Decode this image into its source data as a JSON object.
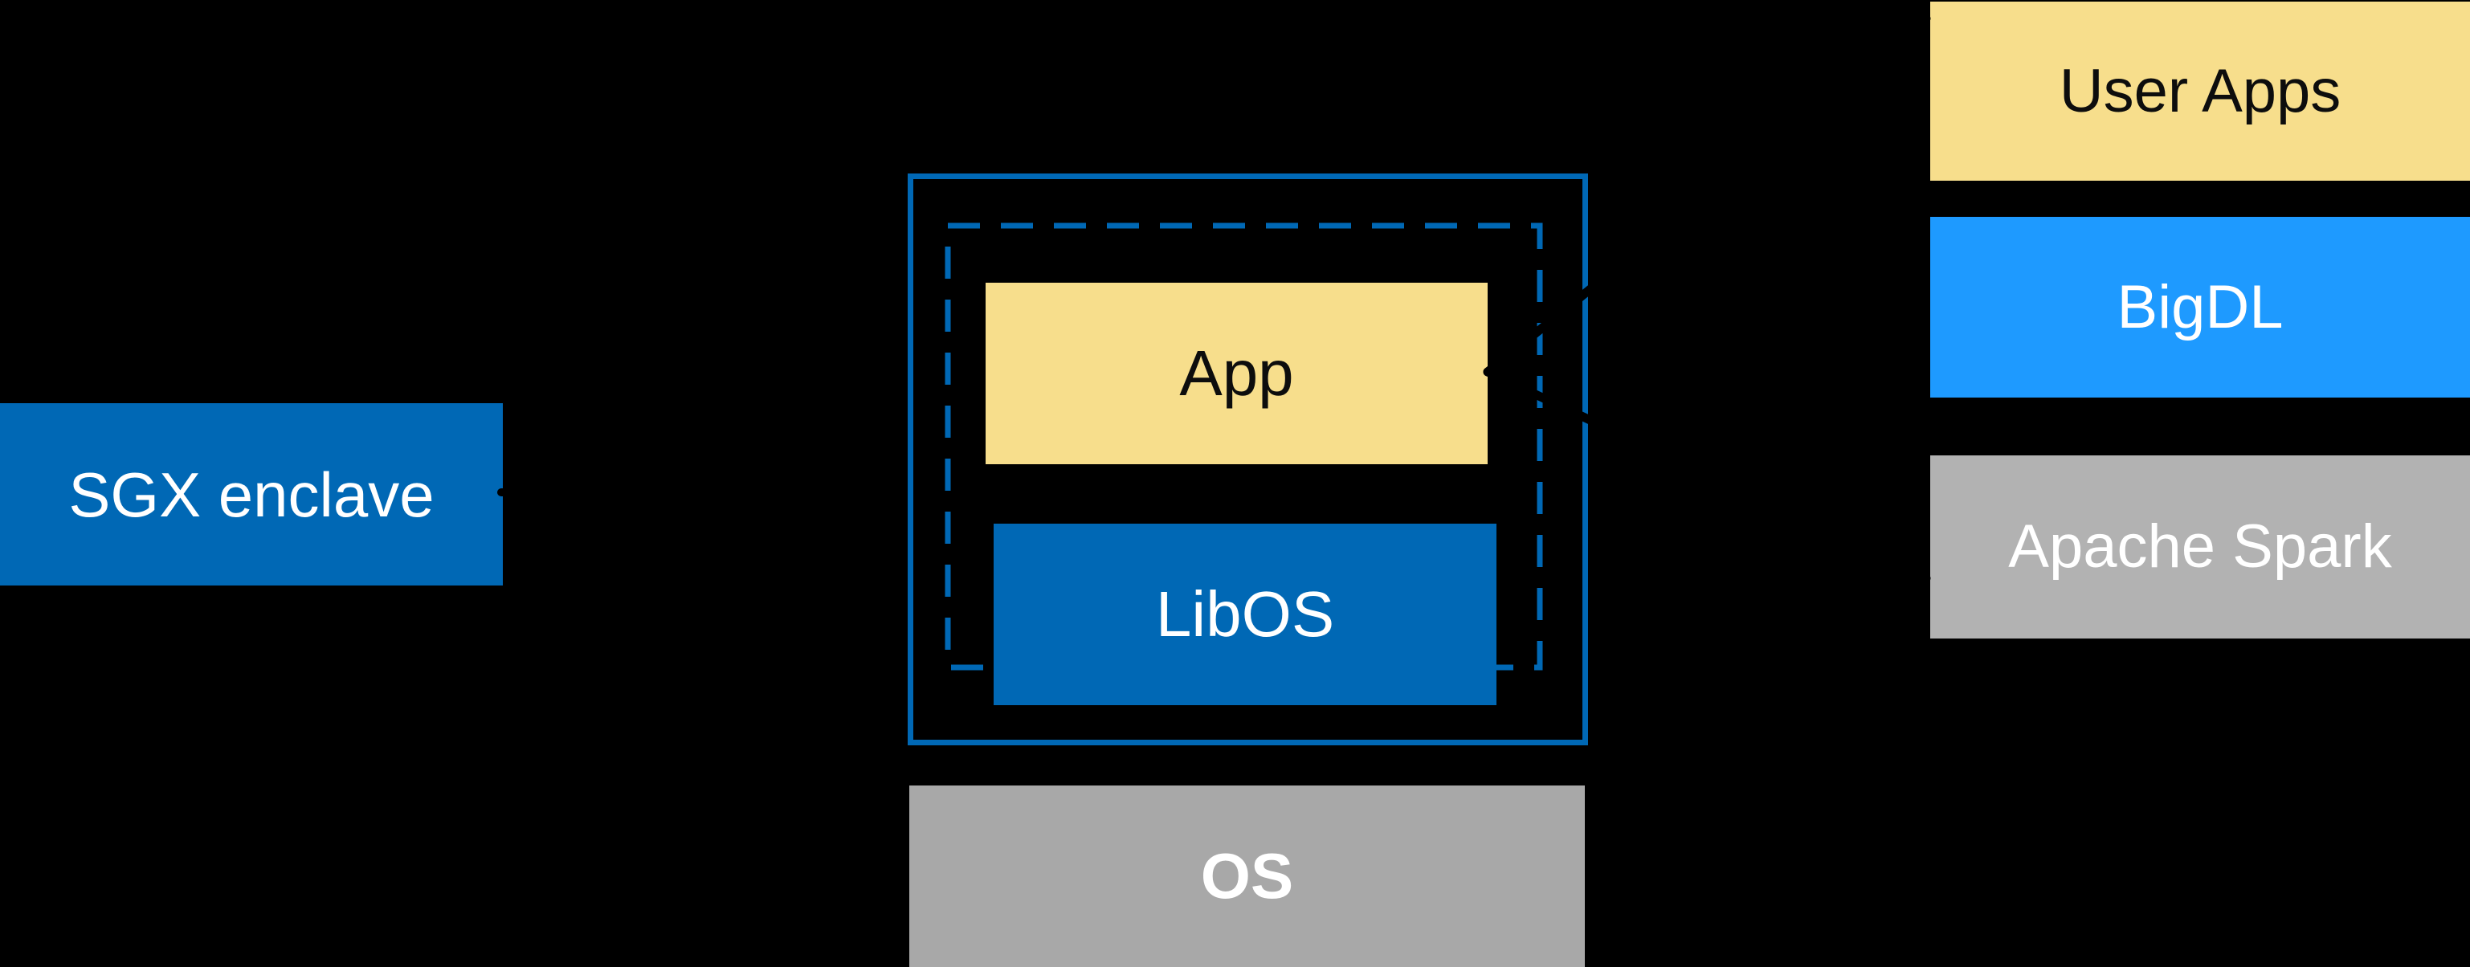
{
  "colors": {
    "background": "#000000",
    "intel_blue": "#0068B5",
    "bright_blue": "#1E9AFF",
    "yellow": "#F7DE8C",
    "os_gray": "#A8A8A8",
    "spark_gray": "#B2B2B2",
    "dark_text": "#0D0D0D",
    "light_text": "#FFFFFF",
    "connector_black": "#000000"
  },
  "sgx": {
    "label": "SGX enclave"
  },
  "host": {
    "app": {
      "label": "App"
    },
    "libos": {
      "label": "LibOS"
    },
    "os": {
      "label": "OS"
    }
  },
  "stack": {
    "items": [
      {
        "label": "User Apps"
      },
      {
        "label": "BigDL"
      },
      {
        "label": "Apache Spark"
      }
    ]
  }
}
